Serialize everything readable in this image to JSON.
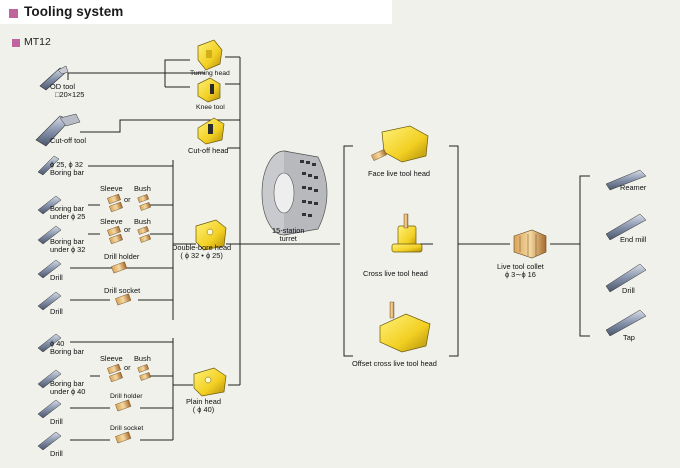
{
  "header": {
    "title": "Tooling system"
  },
  "section": {
    "label": "MT12"
  },
  "labels": {
    "od_tool": "OD tool",
    "od_tool_size": "□20×125",
    "cut_off_tool": "Cut-off tool",
    "turning_head": "Turning head",
    "knee_tool": "Knee tool",
    "cut_off_head": "Cut-off head",
    "boring_bar_1": "ϕ 25, ϕ 32\nBoring bar",
    "boring_bar_2": "Boring bar\nunder ϕ 25",
    "boring_bar_3": "Boring bar\nunder ϕ 32",
    "drill_1": "Drill",
    "drill_2": "Drill",
    "sleeve_1": "Sleeve",
    "bush_1": "Bush",
    "sleeve_2": "Sleeve",
    "or_1": "or",
    "bush_2": "Bush",
    "or_2": "or",
    "drill_holder_1": "Drill holder",
    "drill_socket_1": "Drill socket",
    "double_bore_head": "Double-bore head\n( ϕ 32 • ϕ 25)",
    "turret": "15-station\nturret",
    "boring_bar_4": "ϕ 40\nBoring bar",
    "boring_bar_5": "Boring bar\nunder ϕ 40",
    "drill_3": "Drill",
    "drill_4": "Drill",
    "sleeve_3": "Sleeve",
    "or_3": "or",
    "bush_3": "Bush",
    "drill_holder_2": "Drill holder",
    "drill_socket_2": "Drill socket",
    "plain_head": "Plain head\n( ϕ 40)",
    "face_live": "Face live tool head",
    "cross_live": "Cross live tool head",
    "offset_cross_live": "Offset cross live tool head",
    "live_collet": "Live tool collet\nϕ 3∼ϕ 16",
    "reamer": "Reamer",
    "end_mill": "End mill",
    "drill_right": "Drill",
    "tap": "Tap"
  },
  "colors": {
    "accent": "#c0649e",
    "part_yellow": "#f2d22c",
    "tool_steel": "#7f8da6",
    "line": "#222222"
  }
}
